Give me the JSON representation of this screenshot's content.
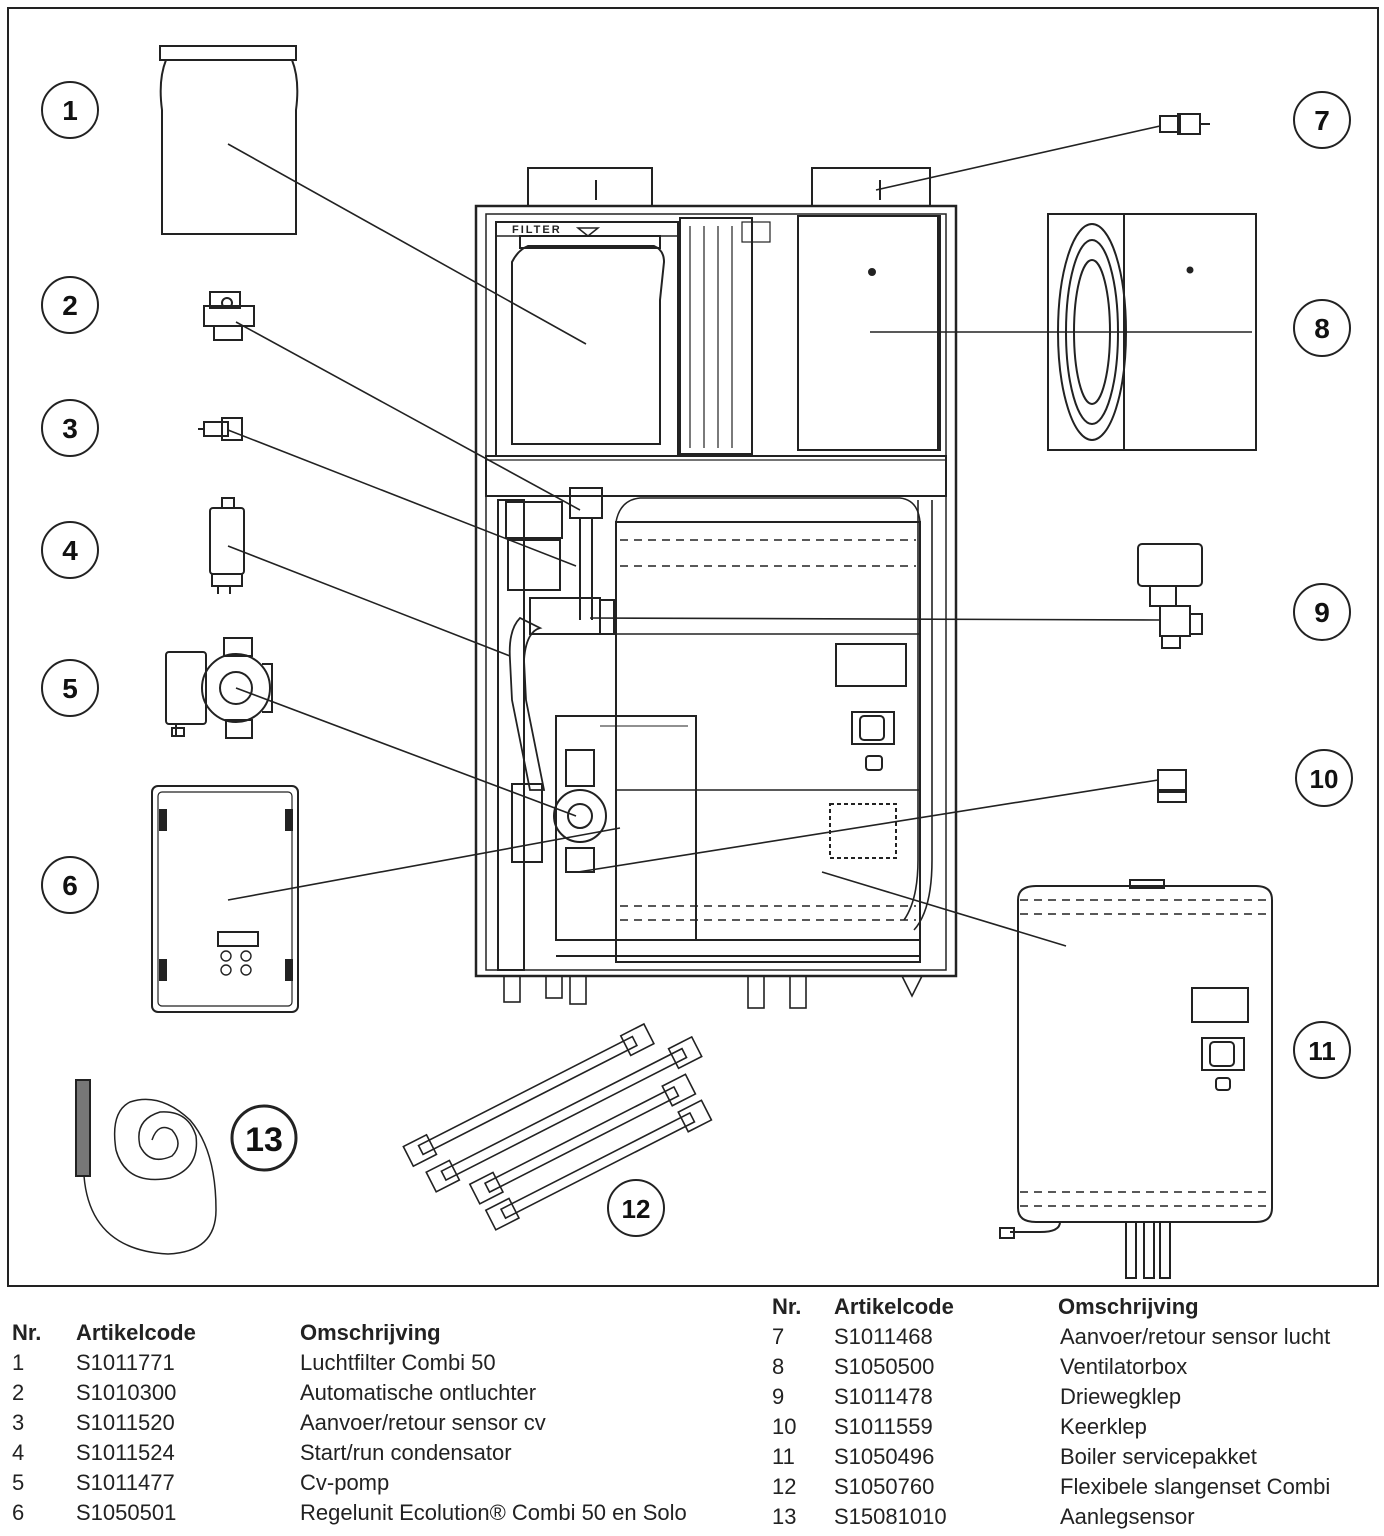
{
  "callouts": [
    "1",
    "2",
    "3",
    "4",
    "5",
    "6",
    "7",
    "8",
    "9",
    "10",
    "11",
    "12",
    "13"
  ],
  "filter_label": "FILTER",
  "tables": [
    {
      "headers": {
        "nr": "Nr.",
        "code": "Artikelcode",
        "desc": "Omschrijving"
      },
      "rows": [
        {
          "nr": "1",
          "code": "S1011771",
          "desc": "Luchtfilter Combi 50"
        },
        {
          "nr": "2",
          "code": "S1010300",
          "desc": "Automatische ontluchter"
        },
        {
          "nr": "3",
          "code": "S1011520",
          "desc": "Aanvoer/retour sensor cv"
        },
        {
          "nr": "4",
          "code": "S1011524",
          "desc": "Start/run condensator"
        },
        {
          "nr": "5",
          "code": "S1011477",
          "desc": "Cv-pomp"
        },
        {
          "nr": "6",
          "code": "S1050501",
          "desc": "Regelunit Ecolution® Combi 50 en Solo"
        }
      ]
    },
    {
      "headers": {
        "nr": "Nr.",
        "code": "Artikelcode",
        "desc": "Omschrijving"
      },
      "rows": [
        {
          "nr": "7",
          "code": "S1011468",
          "desc": "Aanvoer/retour sensor lucht"
        },
        {
          "nr": "8",
          "code": "S1050500",
          "desc": "Ventilatorbox"
        },
        {
          "nr": "9",
          "code": "S1011478",
          "desc": "Driewegklep"
        },
        {
          "nr": "10",
          "code": "S1011559",
          "desc": "Keerklep"
        },
        {
          "nr": "11",
          "code": "S1050496",
          "desc": "Boiler servicepakket"
        },
        {
          "nr": "12",
          "code": "S1050760",
          "desc": "Flexibele slangenset Combi"
        },
        {
          "nr": "13",
          "code": "S15081010",
          "desc": "Aanlegsensor"
        }
      ]
    }
  ]
}
